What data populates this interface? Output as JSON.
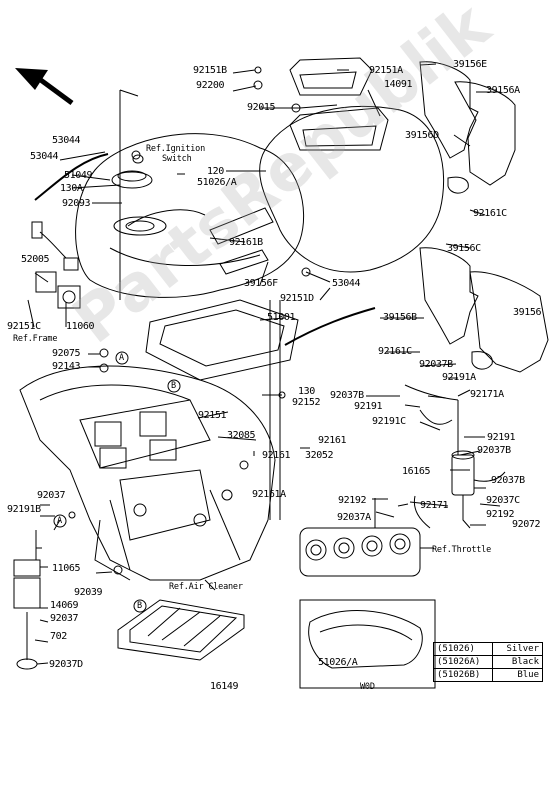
{
  "watermark": "PartsRepublik",
  "callouts": [
    {
      "id": "92151B",
      "text": "92151B"
    },
    {
      "id": "92200",
      "text": "92200"
    },
    {
      "id": "92151A",
      "text": "92151A"
    },
    {
      "id": "14091",
      "text": "14091"
    },
    {
      "id": "39156E",
      "text": "39156E"
    },
    {
      "id": "39156A",
      "text": "39156A"
    },
    {
      "id": "92015",
      "text": "92015"
    },
    {
      "id": "39156D",
      "text": "39156D"
    },
    {
      "id": "53044-a",
      "text": "53044"
    },
    {
      "id": "53044-b",
      "text": "53044"
    },
    {
      "id": "refIgn1",
      "text": "Ref.Ignition"
    },
    {
      "id": "refIgn2",
      "text": "Switch"
    },
    {
      "id": "120",
      "text": "120"
    },
    {
      "id": "51049",
      "text": "51049"
    },
    {
      "id": "130A",
      "text": "130A"
    },
    {
      "id": "51026A-top",
      "text": "51026/A"
    },
    {
      "id": "92093",
      "text": "92093"
    },
    {
      "id": "92161C-top",
      "text": "92161C"
    },
    {
      "id": "92161B",
      "text": "92161B"
    },
    {
      "id": "39156C-a",
      "text": "39156C"
    },
    {
      "id": "52005",
      "text": "52005"
    },
    {
      "id": "39156F",
      "text": "39156F"
    },
    {
      "id": "92151D",
      "text": "92151D"
    },
    {
      "id": "53044-c",
      "text": "53044"
    },
    {
      "id": "92151C",
      "text": "92151C"
    },
    {
      "id": "11060",
      "text": "11060"
    },
    {
      "id": "51001",
      "text": "51001"
    },
    {
      "id": "39156B",
      "text": "39156B"
    },
    {
      "id": "39156",
      "text": "39156"
    },
    {
      "id": "refFrame",
      "text": "Ref.Frame"
    },
    {
      "id": "92075",
      "text": "92075"
    },
    {
      "id": "A-1",
      "text": "A"
    },
    {
      "id": "92143",
      "text": "92143"
    },
    {
      "id": "92161C-mid",
      "text": "92161C"
    },
    {
      "id": "92037B-a",
      "text": "92037B"
    },
    {
      "id": "92191A",
      "text": "92191A"
    },
    {
      "id": "B-1",
      "text": "B"
    },
    {
      "id": "130",
      "text": "130"
    },
    {
      "id": "92037B-b",
      "text": "92037B"
    },
    {
      "id": "92152",
      "text": "92152"
    },
    {
      "id": "92171A",
      "text": "92171A"
    },
    {
      "id": "92191-a",
      "text": "92191"
    },
    {
      "id": "92151",
      "text": "92151"
    },
    {
      "id": "92191C",
      "text": "92191C"
    },
    {
      "id": "32085",
      "text": "32085"
    },
    {
      "id": "92161",
      "text": "92161"
    },
    {
      "id": "92191-b",
      "text": "92191"
    },
    {
      "id": "92161-b",
      "text": "92161"
    },
    {
      "id": "32052",
      "text": "32052"
    },
    {
      "id": "92037B-c",
      "text": "92037B"
    },
    {
      "id": "16165",
      "text": "16165"
    },
    {
      "id": "92037B-d",
      "text": "92037B"
    },
    {
      "id": "92037",
      "text": "92037"
    },
    {
      "id": "92161A",
      "text": "92161A"
    },
    {
      "id": "92192-a",
      "text": "92192"
    },
    {
      "id": "92171",
      "text": "92171"
    },
    {
      "id": "92037C",
      "text": "92037C"
    },
    {
      "id": "92191B",
      "text": "92191B"
    },
    {
      "id": "A-2",
      "text": "A"
    },
    {
      "id": "92037A",
      "text": "92037A"
    },
    {
      "id": "92192-b",
      "text": "92192"
    },
    {
      "id": "92072",
      "text": "92072"
    },
    {
      "id": "refThrottle",
      "text": "Ref.Throttle"
    },
    {
      "id": "11065",
      "text": "11065"
    },
    {
      "id": "14069",
      "text": "14069"
    },
    {
      "id": "92039",
      "text": "92039"
    },
    {
      "id": "refAir",
      "text": "Ref.Air Cleaner"
    },
    {
      "id": "92037-b",
      "text": "92037"
    },
    {
      "id": "B-2",
      "text": "B"
    },
    {
      "id": "702",
      "text": "702"
    },
    {
      "id": "92037D",
      "text": "92037D"
    },
    {
      "id": "16149",
      "text": "16149"
    },
    {
      "id": "51026A-box",
      "text": "51026/A"
    },
    {
      "id": "W0D",
      "text": "W0D"
    }
  ],
  "legend": [
    {
      "code": "(51026)",
      "color": "Silver"
    },
    {
      "code": "(51026A)",
      "color": "Black"
    },
    {
      "code": "(51026B)",
      "color": "Blue"
    }
  ]
}
